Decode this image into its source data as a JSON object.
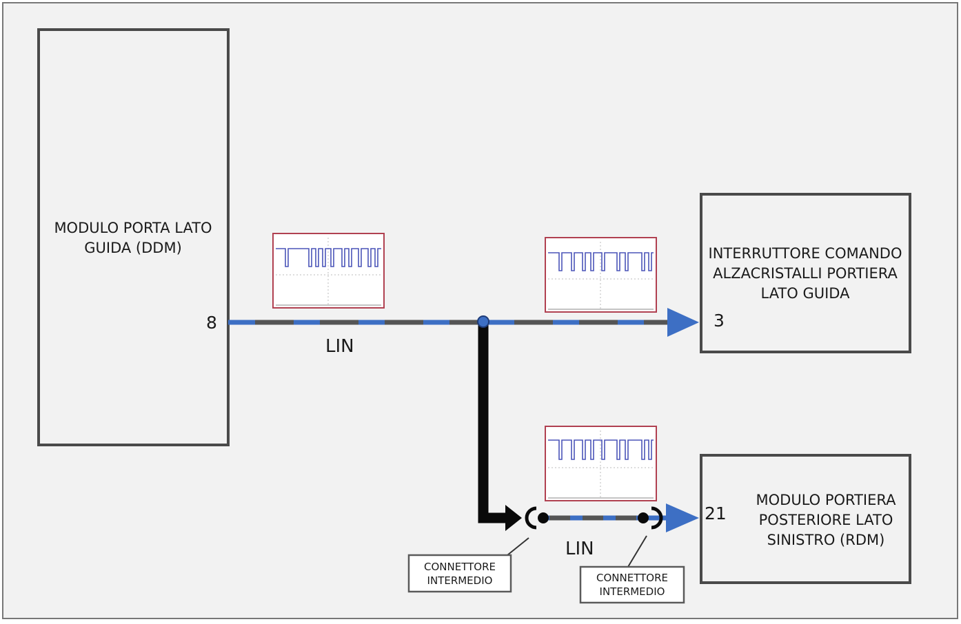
{
  "modules": {
    "ddm": {
      "lines": [
        "MODULO PORTA LATO",
        "GUIDA (DDM)"
      ],
      "pin": "8"
    },
    "switch": {
      "lines": [
        "INTERRUTTORE COMANDO",
        "ALZACRISTALLI PORTIERA",
        "LATO GUIDA"
      ],
      "pin": "3"
    },
    "rdm": {
      "lines": [
        "MODULO PORTIERA",
        "POSTERIORE LATO",
        "SINISTRO (RDM)"
      ],
      "pin": "21"
    }
  },
  "bus": {
    "main_label": "LIN",
    "branch_label": "LIN"
  },
  "connectors": {
    "left": {
      "lines": [
        "CONNETTORE",
        "INTERMEDIO"
      ]
    },
    "right": {
      "lines": [
        "CONNETTORE",
        "INTERMEDIO"
      ]
    }
  },
  "colors": {
    "background": "#f2f2f2",
    "box_border": "#4a4a4a",
    "wire_blue": "#3d6fc4",
    "wire_dash": "#555555",
    "scope_border": "#b04050",
    "signal": "#4a54b8"
  }
}
